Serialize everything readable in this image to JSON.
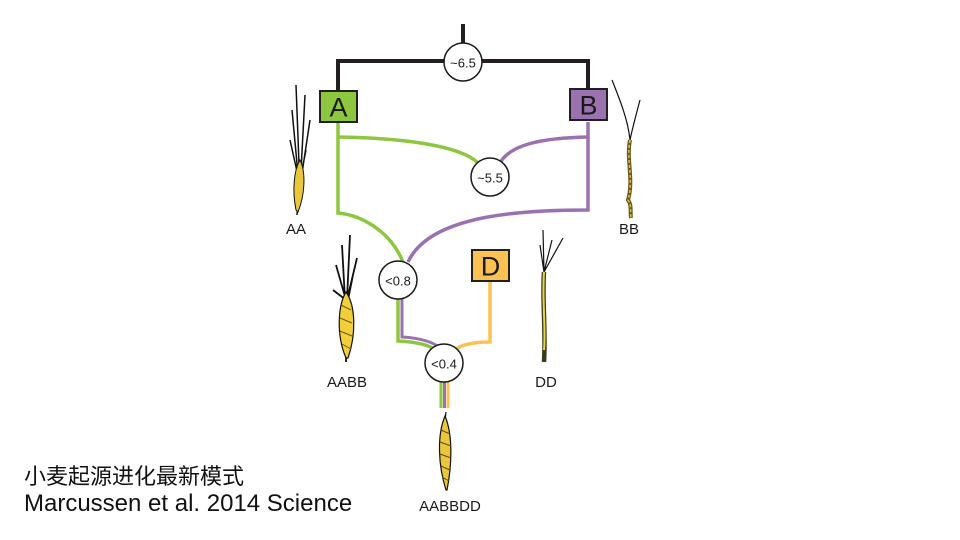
{
  "caption": {
    "title_cn": "小麦起源进化最新模式",
    "citation": "Marcussen et al. 2014 Science"
  },
  "colors": {
    "A": "#8dc63f",
    "B": "#9b72b0",
    "D": "#fbc153",
    "ancestral": "#231f20"
  },
  "genomes": {
    "A": "A",
    "B": "B",
    "D": "D"
  },
  "divergence_nodes": {
    "root": "~6.5",
    "d_origin": "~5.5",
    "tetraploid": "<0.8",
    "hexaploid": "<0.4"
  },
  "species_labels": {
    "aa": "AA",
    "bb": "BB",
    "aabb": "AABB",
    "dd": "DD",
    "aabbdd": "AABBDD"
  }
}
